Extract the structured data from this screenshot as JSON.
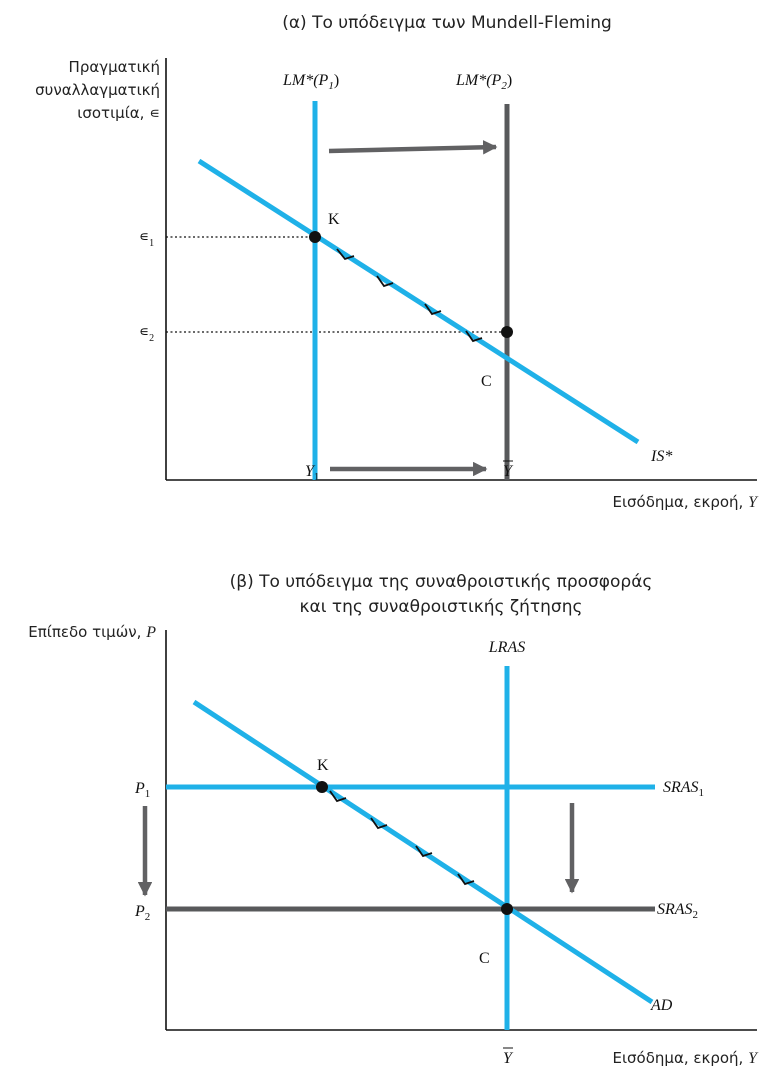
{
  "colors": {
    "blue": "#1fb1e8",
    "gray": "#58595b",
    "black": "#111111",
    "arrow": "#616163"
  },
  "panel_a": {
    "title": "(α) Το υπόδειγμα των Mundell-Fleming",
    "ylabel_line1": "Πραγματική",
    "ylabel_line2": "συναλλαγματική",
    "ylabel_line3_text": "ισοτιμία, ",
    "ylabel_symbol": "∊",
    "xlabel_text": "Εισόδημα, εκροή, ",
    "xlabel_var": "Y",
    "lm1_label": {
      "main": "LM*(P",
      "sub": "1",
      "close": ")"
    },
    "lm2_label": {
      "main": "LM*(P",
      "sub": "2",
      "close": ")"
    },
    "is_label": "IS*",
    "e1_label": {
      "main": "∊",
      "sub": "1"
    },
    "e2_label": {
      "main": "∊",
      "sub": "2"
    },
    "y1_label": {
      "main": "Y",
      "sub": "1"
    },
    "ybar_label": "Y",
    "point_k": "K",
    "point_c": "C"
  },
  "panel_b": {
    "title_line1": "(β) Το υπόδειγμα της συναθροιστικής προσφοράς",
    "title_line2": "και της συναθροιστικής ζήτησης",
    "ylabel_text": "Επίπεδο τιμών, ",
    "ylabel_var": "P",
    "xlabel_text": "Εισόδημα, εκροή, ",
    "xlabel_var": "Y",
    "lras_label": "LRAS",
    "sras1_label": {
      "main": "SRAS",
      "sub": "1"
    },
    "sras2_label": {
      "main": "SRAS",
      "sub": "2"
    },
    "ad_label": "AD",
    "p1_label": {
      "main": "P",
      "sub": "1"
    },
    "p2_label": {
      "main": "P",
      "sub": "2"
    },
    "ybar_label": "Y",
    "point_k": "K",
    "point_c": "C"
  }
}
